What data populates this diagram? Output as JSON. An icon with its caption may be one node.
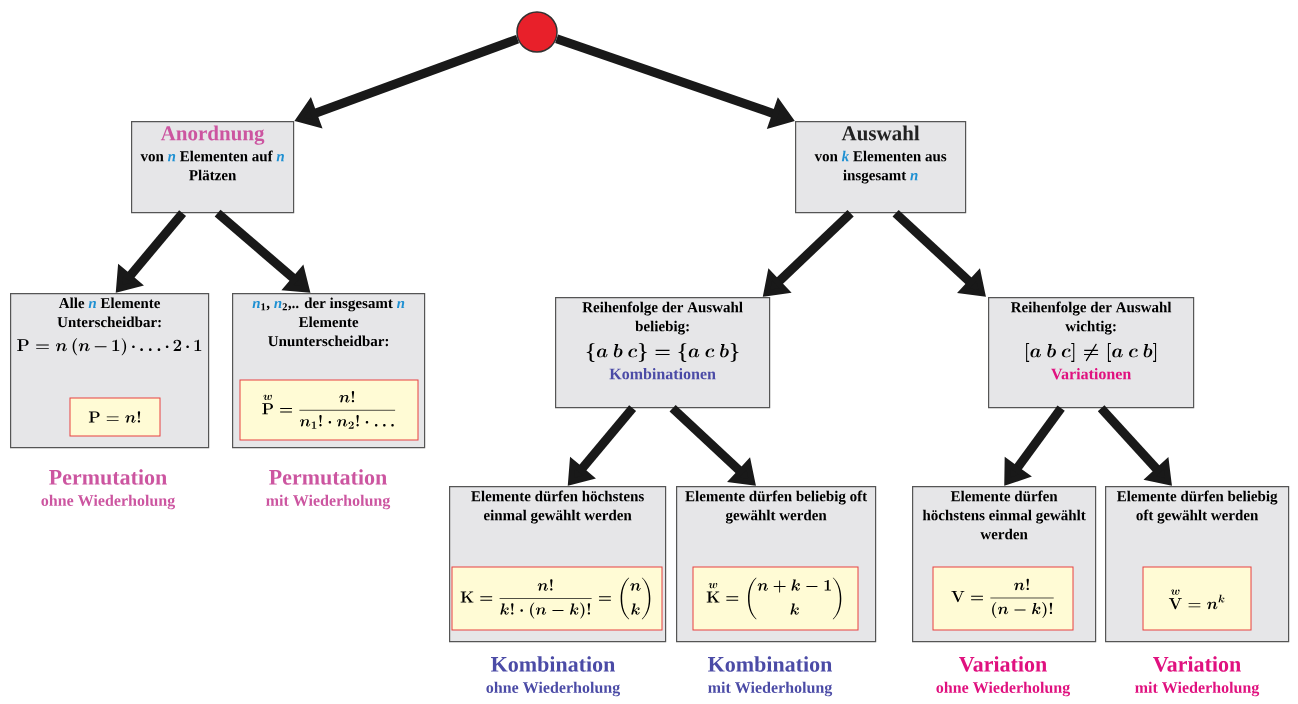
{
  "diagram": {
    "nodes": [
      {
        "text": [],
        "shape": "circle"
      },
      {
        "text": [
          "Anordnung",
          "von *n* Elementen auf *n* Plätzen"
        ]
      },
      {
        "text": [
          "Auswahl",
          "von *k* Elementen aus insgesamt *n*"
        ]
      },
      {
        "text": [
          "Alle *n* Elemente Unterscheidbar:",
          "\\mathbf{P} = n\\,(n-1)\\cdot\\ldots\\cdot 2\\cdot 1"
        ],
        "beside": [
          "Permutation",
          "ohne Wiederholung"
        ]
      },
      {
        "text": [
          "\\mathbf{P} = n!"
        ],
        "in": 3
      },
      {
        "text": [
          "*n*$_{1}$, *n*$_{2}$,.. der insgesamt *n* Elemente Ununterscheidbar:"
        ],
        "beside": [
          "Permutation",
          "mit Wiederholung"
        ]
      },
      {
        "text": [
          "\\overset{w}{\\mathbf{P}} = \\frac{n!}{n_1!\\cdot n_2!\\cdot\\ldots}"
        ],
        "in": 5
      },
      {
        "text": [
          "Reihenfolge der Auswahl beliebig:",
          "\\{a\\ b\\ c\\} = \\{a\\ c\\ b\\}",
          "Kombinationen"
        ]
      },
      {
        "text": [
          "Reihenfolge der Auswahl wichtig:",
          "[a\\ b\\ c] \\neq [a\\ c\\ b]",
          "Variationen"
        ]
      },
      {
        "text": [
          "Elemente dürfen höchstens einmal gewählt werden"
        ],
        "beside": [
          "Kombination",
          "ohne Wiederholung"
        ]
      },
      {
        "text": [
          "\\mathbf{K} = \\frac{n!}{k!\\cdot(n-k)!} = \\binom{n}{k}"
        ],
        "in": 9
      },
      {
        "text": [
          "Elemente dürfen beliebig oft gewählt werden"
        ],
        "beside": [
          "Kombination",
          "mit Wiederholung"
        ]
      },
      {
        "text": [
          "\\overset{w}{\\mathbf{K}} = \\binom{n+k-1}{k}"
        ],
        "in": 11
      },
      {
        "text": [
          "Elemente dürfen höchstens einmal gewählt werden"
        ],
        "beside": [
          "Variation",
          "ohne Wiederholung"
        ]
      },
      {
        "text": [
          "\\mathbf{V} = \\frac{n!}{(n-k)!}"
        ],
        "in": 13
      },
      {
        "text": [
          "Elemente dürfen beliebig oft gewählt werden"
        ],
        "beside": [
          "Variation",
          "mit Wiederholung"
        ]
      },
      {
        "text": [
          "\\overset{w}{\\mathbf{V}} = n^{k}"
        ],
        "in": 15
      }
    ],
    "edges": [
      {
        "from": 0,
        "to": 1,
        "arrow": "to"
      },
      {
        "from": 0,
        "to": 2,
        "arrow": "to"
      },
      {
        "from": 1,
        "to": 3,
        "arrow": "to"
      },
      {
        "from": 1,
        "to": 5,
        "arrow": "to"
      },
      {
        "from": 2,
        "to": 7,
        "arrow": "to"
      },
      {
        "from": 2,
        "to": 8,
        "arrow": "to"
      },
      {
        "from": 7,
        "to": 9,
        "arrow": "to"
      },
      {
        "from": 7,
        "to": 11,
        "arrow": "to"
      },
      {
        "from": 8,
        "to": 13,
        "arrow": "to"
      },
      {
        "from": 8,
        "to": 15,
        "arrow": "to"
      }
    ]
  }
}
